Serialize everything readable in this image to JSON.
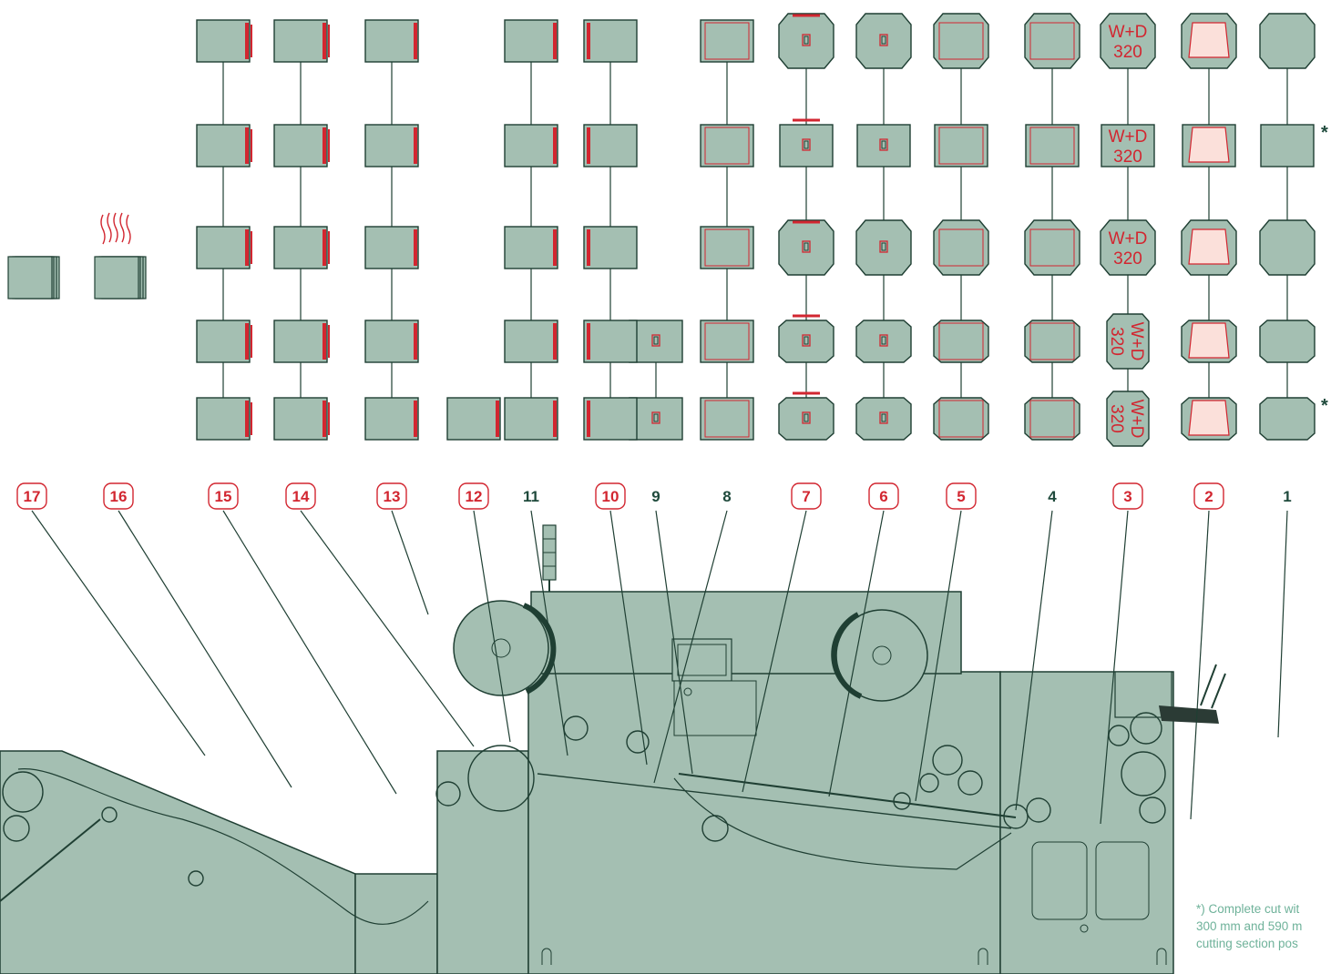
{
  "colors": {
    "machine_fill": "#a4bfb2",
    "machine_stroke": "#1f3f33",
    "accent_red": "#d22630",
    "step_label_dark": "#1f4a3c",
    "footnote_text": "#6fb29a",
    "window_pink": "#fbe0da"
  },
  "icons": [
    "steam-icon",
    "envelope-icon",
    "window-patch-icon",
    "glue-stripe-icon"
  ],
  "steps": [
    {
      "label": "1",
      "style": "plain"
    },
    {
      "label": "2",
      "style": "boxed"
    },
    {
      "label": "3",
      "style": "boxed"
    },
    {
      "label": "4",
      "style": "plain"
    },
    {
      "label": "5",
      "style": "boxed"
    },
    {
      "label": "6",
      "style": "boxed"
    },
    {
      "label": "7",
      "style": "boxed"
    },
    {
      "label": "8",
      "style": "plain"
    },
    {
      "label": "9",
      "style": "plain"
    },
    {
      "label": "10",
      "style": "boxed"
    },
    {
      "label": "11",
      "style": "plain"
    },
    {
      "label": "12",
      "style": "boxed"
    },
    {
      "label": "13",
      "style": "boxed"
    },
    {
      "label": "14",
      "style": "boxed"
    },
    {
      "label": "15",
      "style": "boxed"
    },
    {
      "label": "16",
      "style": "boxed"
    },
    {
      "label": "17",
      "style": "boxed"
    }
  ],
  "print_label": {
    "line1": "W+D",
    "line2": "320"
  },
  "complete_cut_marker": "*",
  "footnote": {
    "line1": "*) Complete cut wit",
    "line2": "300 mm and 590 m",
    "line3": "cutting section pos"
  }
}
